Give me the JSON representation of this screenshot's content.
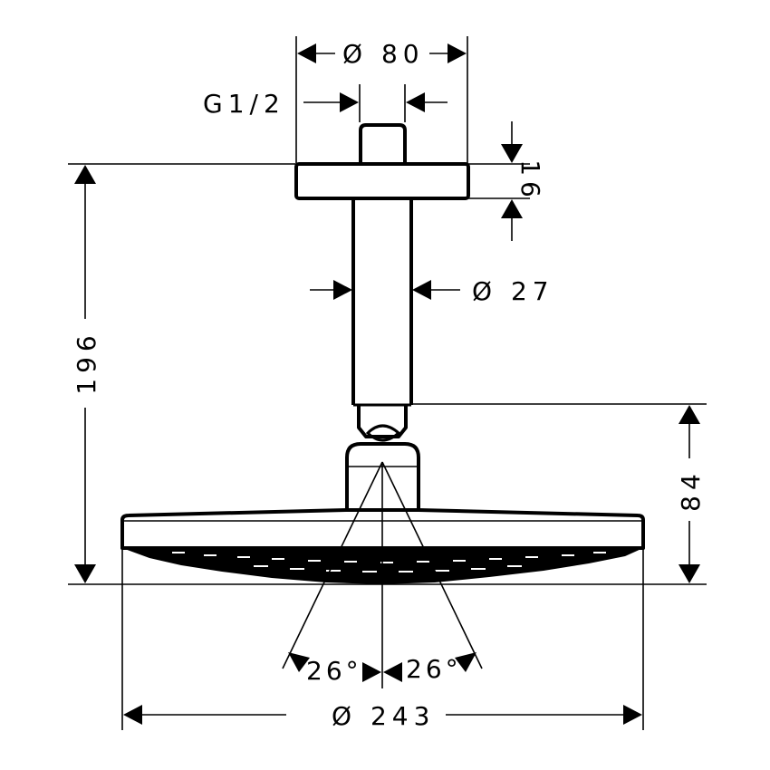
{
  "drawing": {
    "subject": "ceiling-mounted overhead shower with ceiling arm",
    "background": "#ffffff",
    "line_color": "#000000",
    "dimensions": {
      "flange_diameter": {
        "label": "Ø 80",
        "value": 80
      },
      "thread": {
        "label": "G1/2"
      },
      "flange_height": {
        "label": "16",
        "value": 16
      },
      "arm_diameter": {
        "label": "Ø 27",
        "value": 27
      },
      "total_height": {
        "label": "196",
        "value": 196
      },
      "head_height": {
        "label": "84",
        "value": 84
      },
      "spray_angle_left": {
        "label": "26°",
        "value": 26
      },
      "spray_angle_right": {
        "label": "26°",
        "value": 26
      },
      "head_diameter": {
        "label": "Ø 243",
        "value": 243
      }
    }
  }
}
